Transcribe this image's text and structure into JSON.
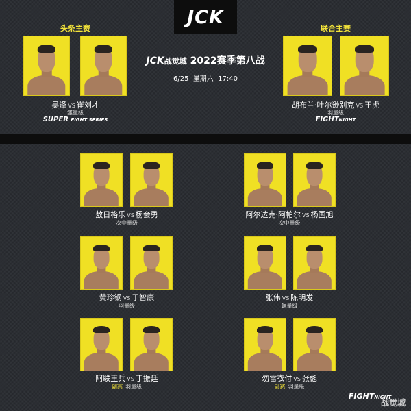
{
  "header": {
    "logo": "JCK"
  },
  "event": {
    "brand": "JCK",
    "brand_suffix": "战觉城",
    "title": "2022赛季第八战",
    "date": "6/25",
    "weekday": "星期六",
    "time": "17:40"
  },
  "headline": {
    "label": "头条主赛",
    "fighter1": "吴泽",
    "fighter2": "崔刘才",
    "vs": "VS",
    "weight": "雏量级",
    "series_big": "SUPER",
    "series_small": "FIGHT SERIES"
  },
  "co_main": {
    "label": "联合主赛",
    "fighter1": "胡布兰·吐尔逊别克",
    "fighter2": "王虎",
    "vs": "VS",
    "weight": "羽量级",
    "series_big": "FIGHT",
    "series_small": "NIGHT"
  },
  "bouts": [
    {
      "fighter1": "敖日格乐",
      "vs": "VS",
      "fighter2": "杨会勇",
      "tag": "",
      "weight": "次中量级"
    },
    {
      "fighter1": "阿尔达克·阿帕尔",
      "vs": "VS",
      "fighter2": "杨国旭",
      "tag": "",
      "weight": "次中量级"
    },
    {
      "fighter1": "黄珍钢",
      "vs": "VS",
      "fighter2": "于智康",
      "tag": "",
      "weight": "羽量级"
    },
    {
      "fighter1": "张伟",
      "vs": "VS",
      "fighter2": "陈明发",
      "tag": "",
      "weight": "蝇量级"
    },
    {
      "fighter1": "阿联王兵",
      "vs": "VS",
      "fighter2": "丁振廷",
      "tag": "副赛",
      "weight": "羽量级"
    },
    {
      "fighter1": "勿雷衣付",
      "vs": "VS",
      "fighter2": "张彪",
      "tag": "副赛",
      "weight": "羽量级"
    }
  ],
  "footer": {
    "series_big": "FIGHT",
    "series_small": "NIGHT",
    "watermark": "战觉城"
  }
}
